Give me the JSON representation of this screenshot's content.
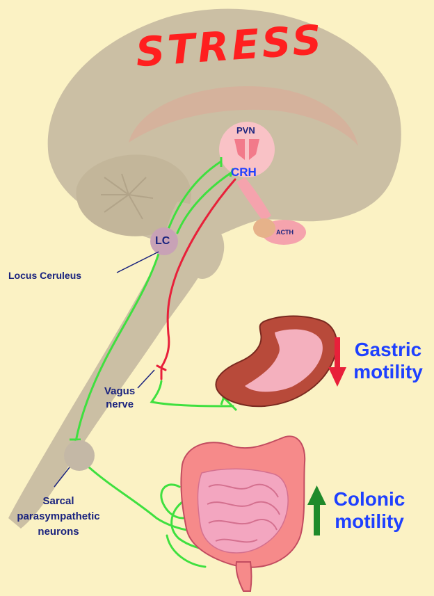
{
  "title": "STRESS",
  "labels": {
    "pvn": "PVN",
    "crh": "CRH",
    "acth": "ACTH",
    "lc": "LC",
    "locus_ceruleus": "Locus Ceruleus",
    "vagus_line1": "Vagus",
    "vagus_line2": "nerve",
    "sacral_line1": "Sarcal",
    "sacral_line2": "parasympathetic",
    "sacral_line3": "neurons"
  },
  "effects": {
    "gastric": {
      "line1": "Gastric",
      "line2": "motility",
      "direction": "down",
      "arrow_color": "#e8203a"
    },
    "colonic": {
      "line1": "Colonic",
      "line2": "motility",
      "direction": "up",
      "arrow_color": "#1f8a2a"
    }
  },
  "colors": {
    "background": "#fbf2c4",
    "brain": "#cbbfa4",
    "excitatory_pathway": "#3fe03f",
    "inhibitory_pathway": "#e8203a",
    "label_text": "#1a237e",
    "effect_text": "#1e40ff"
  }
}
